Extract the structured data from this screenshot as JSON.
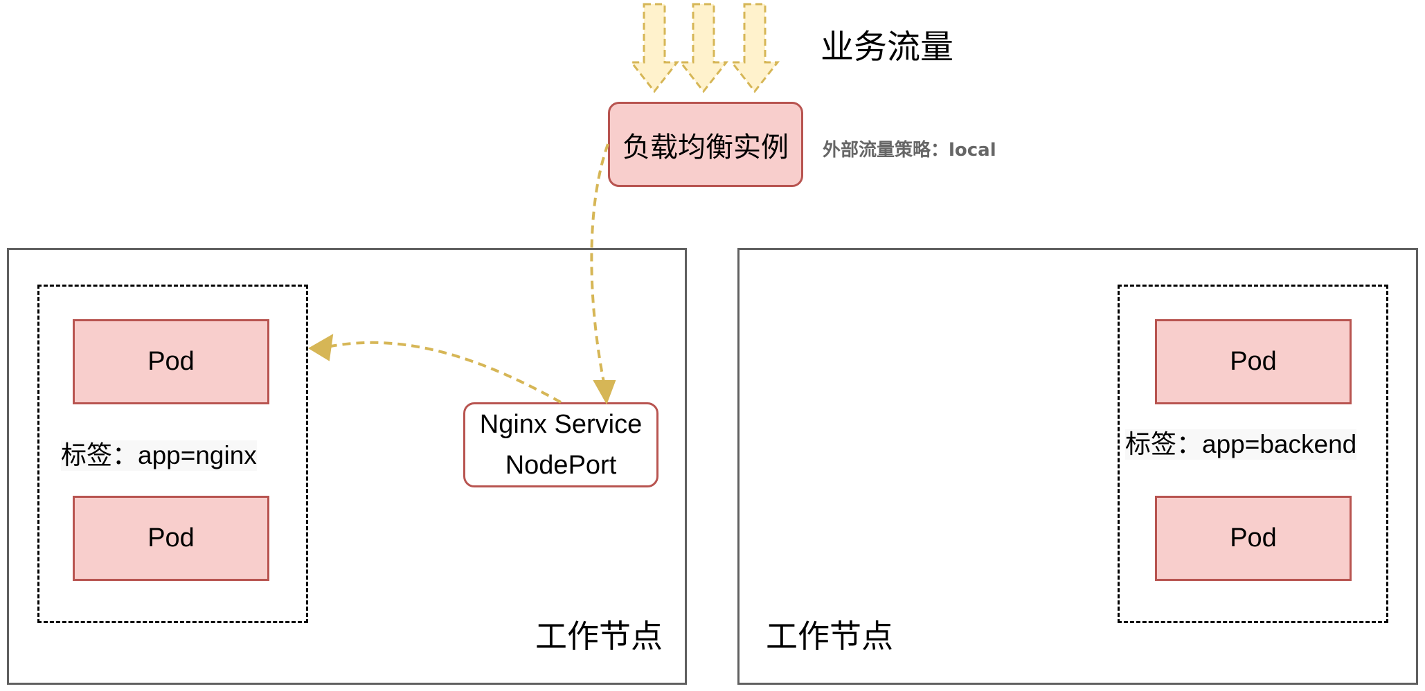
{
  "traffic": {
    "label": "业务流量"
  },
  "load_balancer": {
    "label": "负载均衡实例",
    "policy": "外部流量策略：local"
  },
  "node_left": {
    "label": "工作节点",
    "group": {
      "pods": [
        "Pod",
        "Pod"
      ],
      "tag_prefix": "标签：",
      "tag_value": "app=nginx"
    },
    "service": {
      "line1": "Nginx Service",
      "line2": "NodePort"
    }
  },
  "node_right": {
    "label": "工作节点",
    "group": {
      "pods": [
        "Pod",
        "Pod"
      ],
      "tag_prefix": "标签：",
      "tag_value": "app=backend"
    }
  },
  "colors": {
    "pod_fill": "#f8cecc",
    "pod_stroke": "#b85450",
    "arrow": "#d6b656",
    "traffic_fill": "#fff2cc",
    "node_border": "#606060",
    "policy_text": "#666666"
  }
}
